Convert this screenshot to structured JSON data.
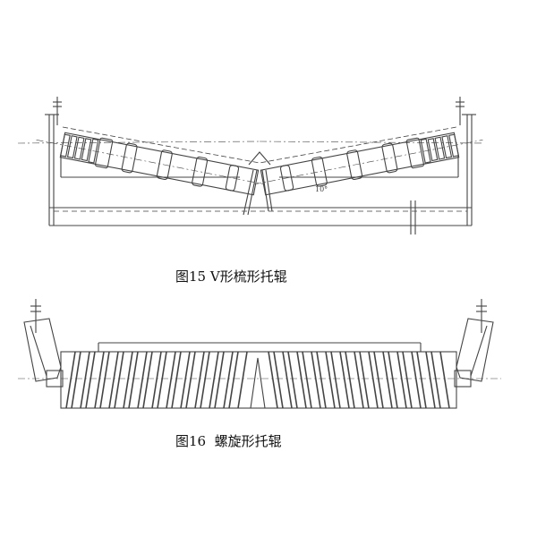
{
  "figures": [
    {
      "caption": "图15 V形梳形托辊",
      "angle_label": "10°"
    },
    {
      "caption": "图16  螺旋形托辊"
    }
  ],
  "colors": {
    "line": "#444444",
    "background": "#ffffff"
  }
}
